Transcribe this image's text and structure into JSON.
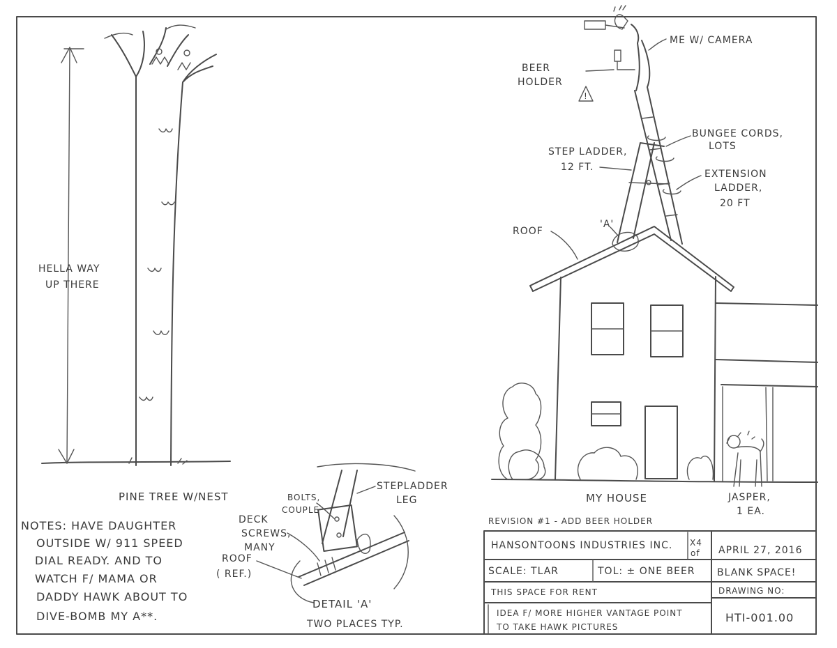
{
  "tree": {
    "height_note_line1": "HELLA WAY",
    "height_note_line2": "UP THERE",
    "caption": "PINE TREE W/NEST"
  },
  "ladder_rig": {
    "me_label": "ME W/ CAMERA",
    "beer_holder_line1": "BEER",
    "beer_holder_line2": "HOLDER",
    "warning_symbol": "!",
    "bungee_line1": "BUNGEE CORDS,",
    "bungee_line2": "LOTS",
    "step_ladder_line1": "STEP LADDER,",
    "step_ladder_line2": "12 FT.",
    "extension_line1": "EXTENSION",
    "extension_line2": "LADDER,",
    "extension_line3": "20 FT",
    "roof_label": "ROOF",
    "detail_callout": "'A'"
  },
  "house": {
    "caption": "MY HOUSE",
    "dog_line1": "JASPER,",
    "dog_line2": "1 EA."
  },
  "detail": {
    "steplader_leg_line1": "STEPLADDER",
    "steplader_leg_line2": "LEG",
    "bolts_line1": "BOLTS,",
    "bolts_line2": "COUPLE",
    "deck_line1": "DECK",
    "deck_line2": "SCREWS,",
    "deck_line3": "MANY",
    "roof_line1": "ROOF",
    "roof_line2": "( REF.)",
    "title": "DETAIL 'A'",
    "subtitle": "TWO PLACES TYP."
  },
  "notes": {
    "line1": "NOTES: HAVE DAUGHTER",
    "line2": "OUTSIDE W/ 911 SPEED",
    "line3": "DIAL READY. AND TO",
    "line4": "WATCH F/ MAMA OR",
    "line5": "DADDY HAWK ABOUT TO",
    "line6": "DIVE-BOMB MY A**."
  },
  "title_block": {
    "revision": "REVISION #1 - ADD BEER HOLDER",
    "company": "HANSONTOONS INDUSTRIES INC.",
    "sheet_mark_top": "X4",
    "sheet_mark_bottom": "of",
    "date": "APRIL 27, 2016",
    "scale": "SCALE: TLAR",
    "tolerance": "TOL: ± ONE BEER",
    "blank": "BLANK SPACE!",
    "rent": "THIS SPACE FOR RENT",
    "drawing_no_label": "DRAWING NO:",
    "description_line1": "IDEA F/ MORE HIGHER VANTAGE POINT",
    "description_line2": "TO TAKE HAWK PICTURES",
    "drawing_no": "HTI-001.00"
  },
  "colors": {
    "ink": "#4a4a4a",
    "paper": "#ffffff"
  }
}
